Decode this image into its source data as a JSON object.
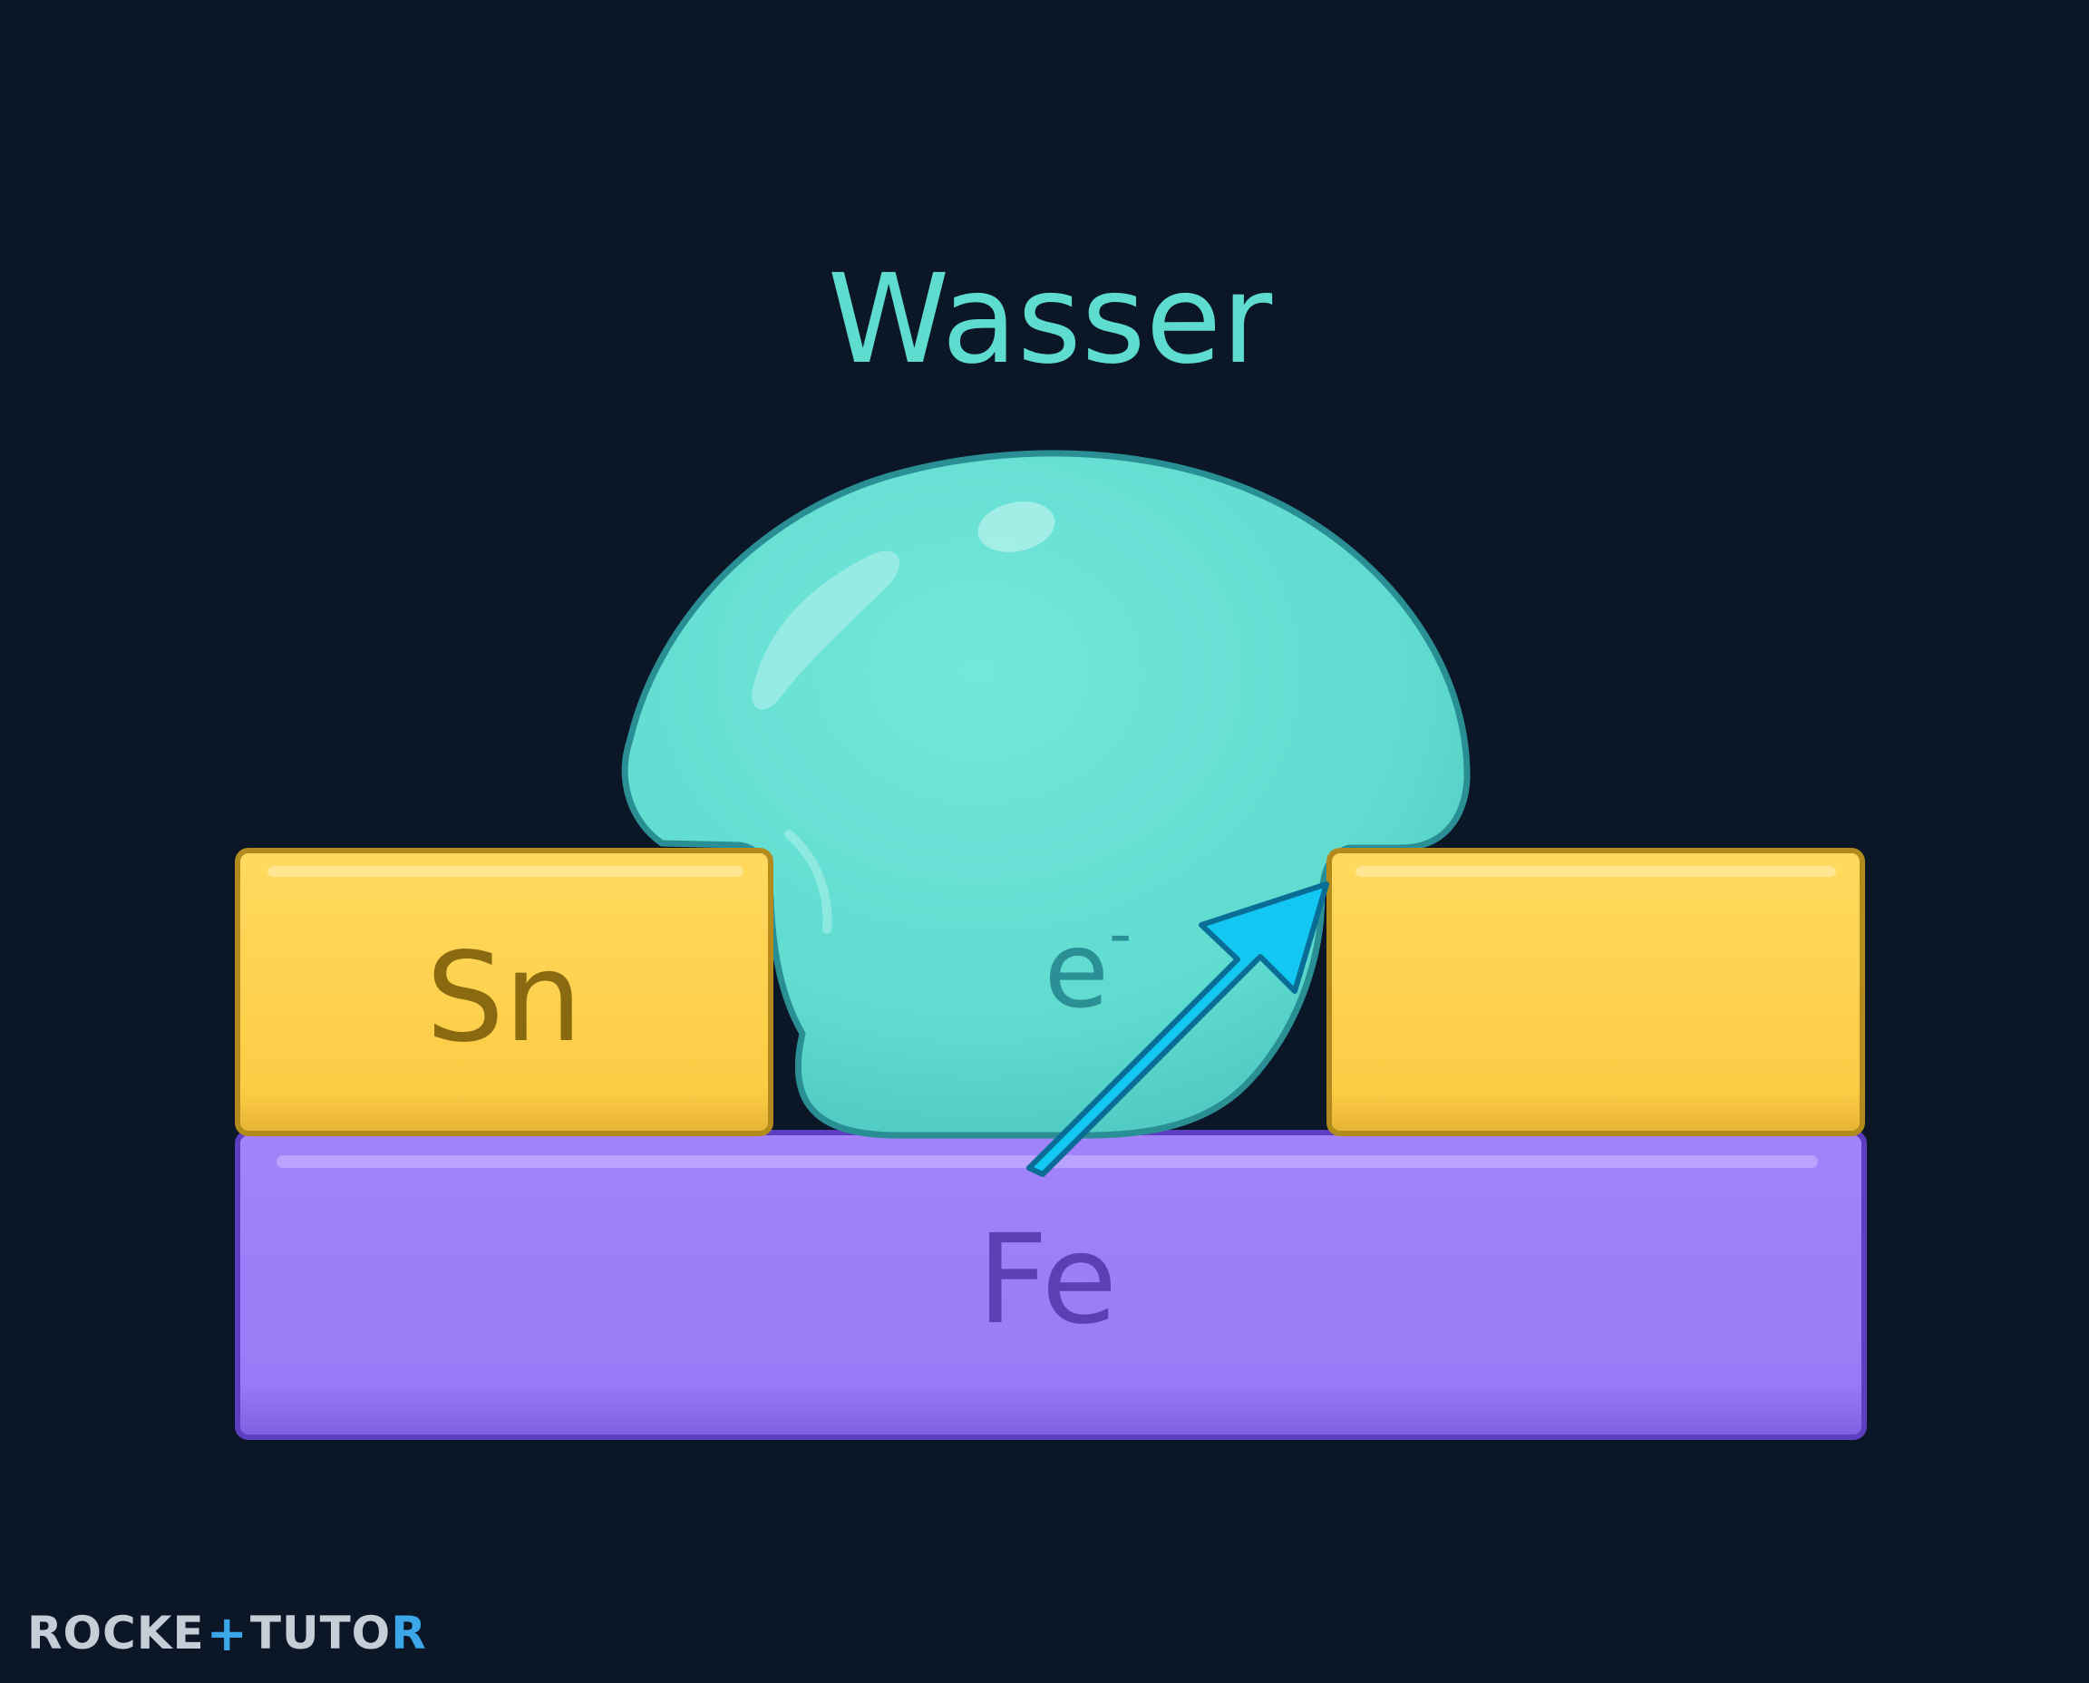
{
  "labels": {
    "water": "Wasser",
    "tin": "Sn",
    "iron": "Fe",
    "electron_base": "e",
    "electron_charge": "-"
  },
  "logo": {
    "left_text": "ROCKE",
    "right_text": "TUTO",
    "last_letter": "R"
  },
  "colors": {
    "background": "#0b1626",
    "water": "#5fdcd0",
    "water_outline": "#2a8f94",
    "tin": "#fdd04f",
    "tin_outline": "#b38a1c",
    "iron": "#9b7bf7",
    "iron_outline": "#5b3fc0",
    "arrow": "#12c8f3",
    "arrow_outline": "#0a6d95",
    "label_water": "#5fdcd0",
    "label_tin": "#8a6a10",
    "label_iron": "#5b3fb3",
    "label_electron": "#2a9096"
  }
}
